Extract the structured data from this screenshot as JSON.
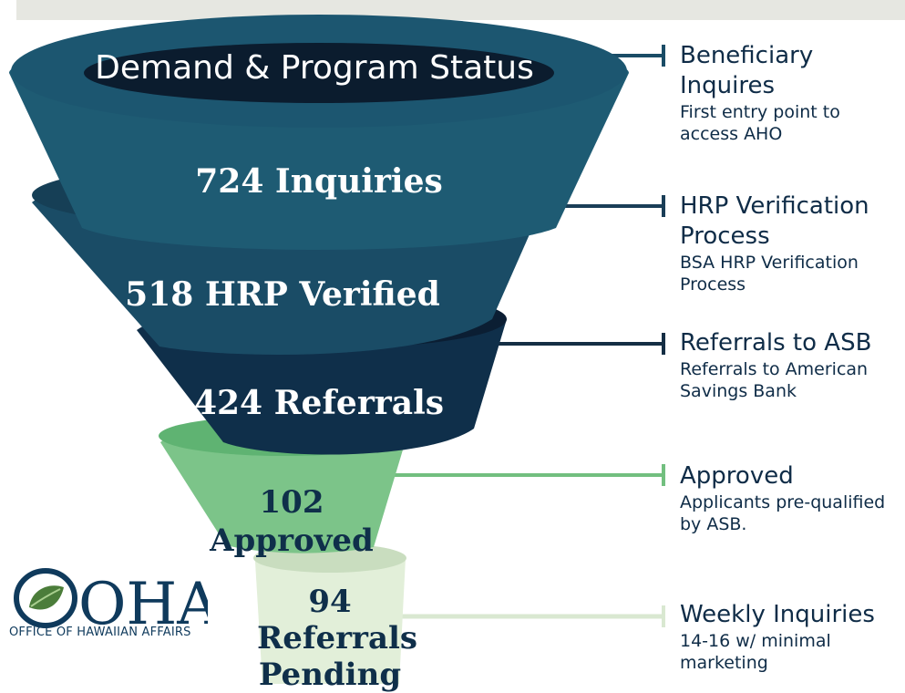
{
  "title": "Demand & Program Status",
  "stages": [
    {
      "label": "724 Inquiries",
      "color": "#1e5b73",
      "callout_title": "Beneficiary Inquires",
      "callout_desc": "First entry point to access AHO"
    },
    {
      "label": "518 HRP Verified",
      "color": "#1a4c66",
      "callout_title": "HRP Verification Process",
      "callout_desc": "BSA HRP Verification Process"
    },
    {
      "label": "424 Referrals",
      "color": "#0f2f4a",
      "callout_title": "Referrals to ASB",
      "callout_desc": "Referrals to American Savings Bank"
    },
    {
      "label": "102 Approved",
      "color": "#7cc489",
      "callout_title": "Approved",
      "callout_desc": "Applicants pre-qualified by ASB."
    },
    {
      "label": "94 Referrals Pending",
      "color": "#e2efd9",
      "callout_title": "Weekly Inquiries",
      "callout_desc": "14-16 w/ minimal marketing"
    }
  ],
  "logo": {
    "mark": "OHA",
    "text": "OFFICE OF HAWAIIAN AFFAIRS"
  }
}
